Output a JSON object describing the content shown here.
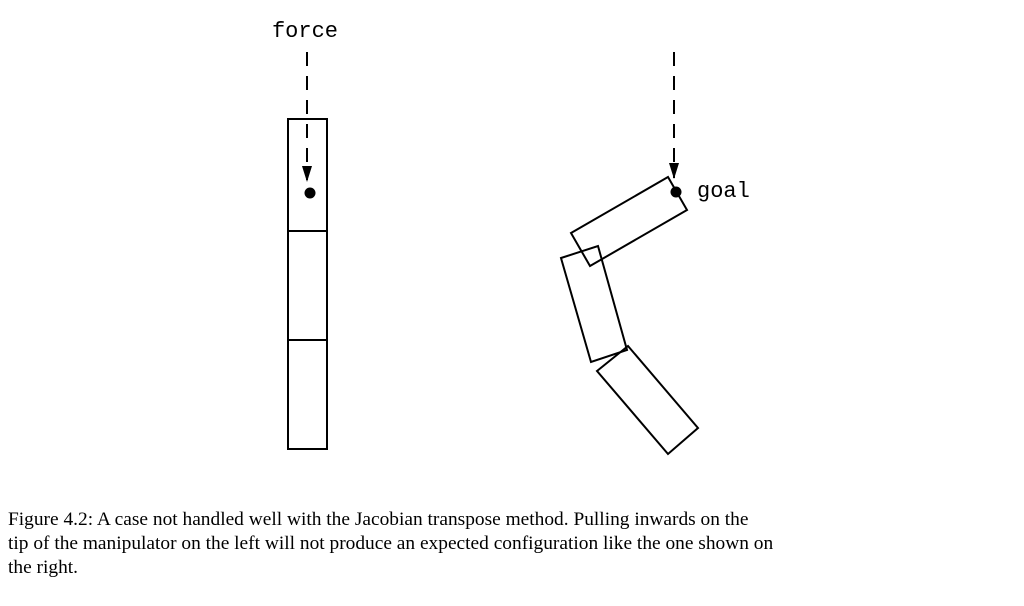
{
  "figure": {
    "labels": {
      "force": "force",
      "goal": "goal"
    },
    "left_manipulator": {
      "segments": 3,
      "configuration": "straight vertical"
    },
    "right_manipulator": {
      "segments": 3,
      "configuration": "bent"
    }
  },
  "caption": {
    "line1": "Figure 4.2: A case not handled well with the Jacobian transpose method. Pulling inwards on the",
    "line2": "tip of the manipulator on the left will not produce an expected configuration like the one shown on",
    "line3": "the right."
  }
}
